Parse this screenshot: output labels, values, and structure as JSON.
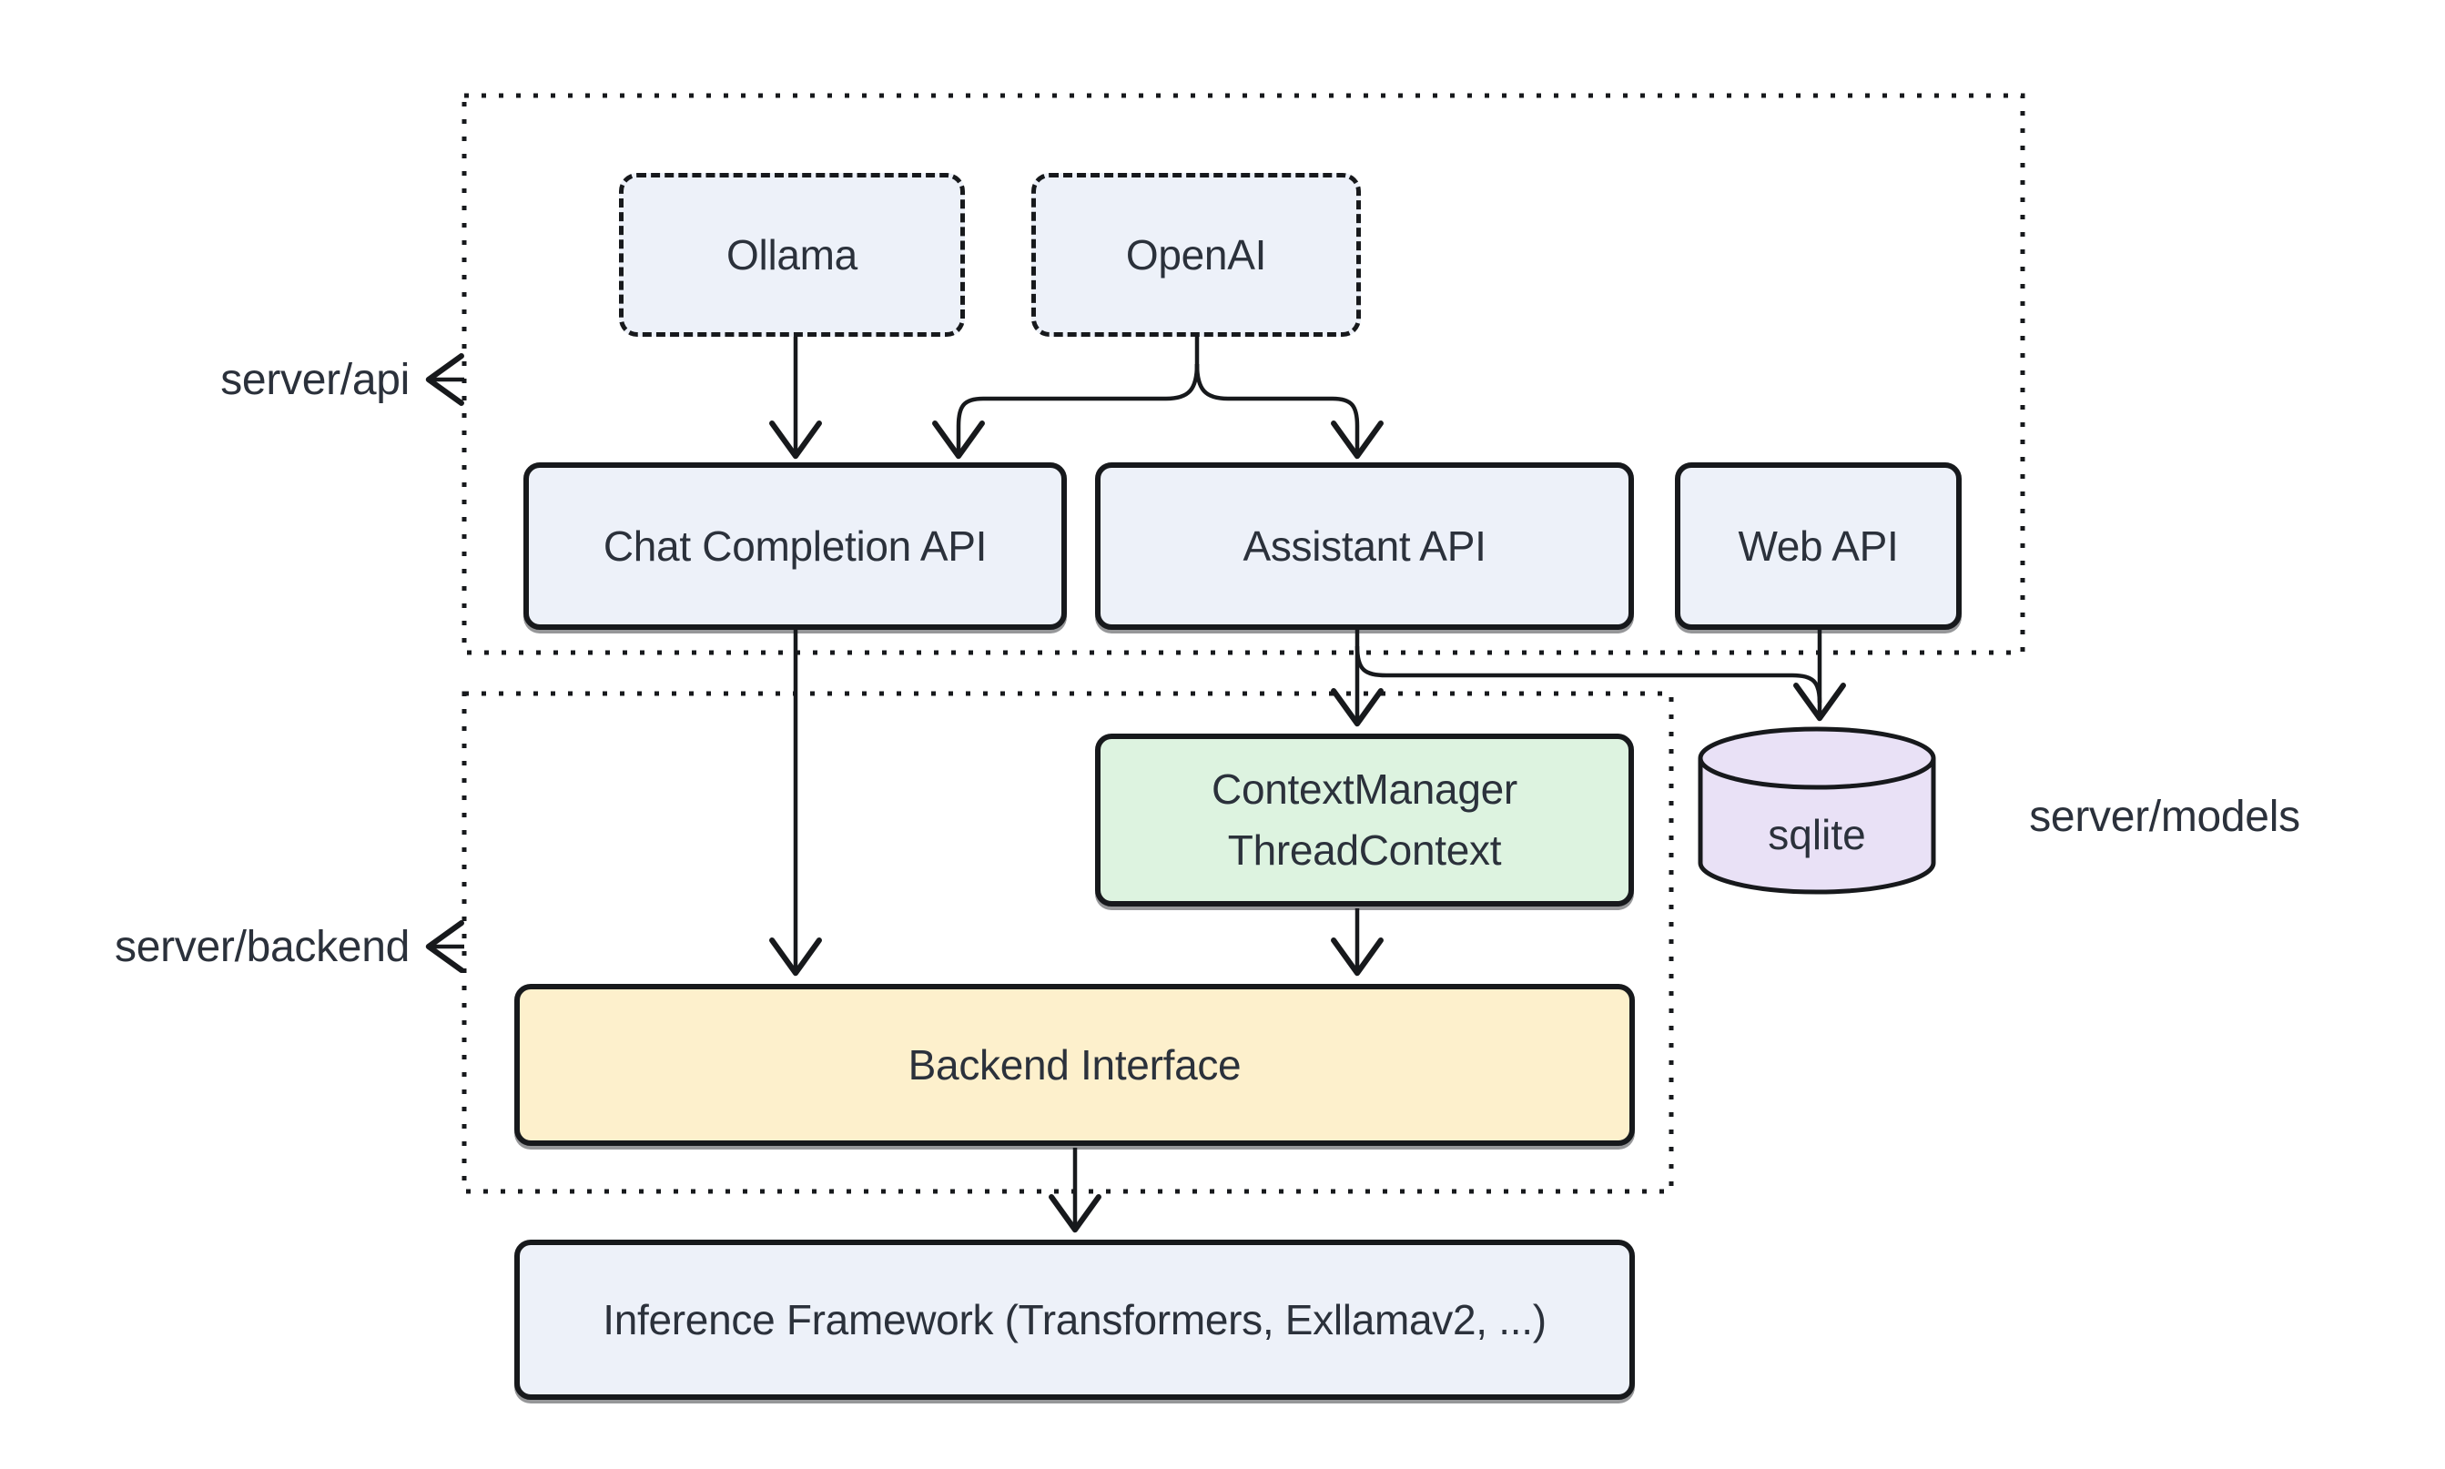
{
  "diagram": {
    "type": "architecture-flowchart",
    "background": "#ffffff",
    "containers": {
      "api": {
        "label": "server/api"
      },
      "backend": {
        "label": "server/backend"
      },
      "models": {
        "label": "server/models"
      }
    },
    "nodes": {
      "ollama": {
        "label": "Ollama",
        "style": "dashed"
      },
      "openai": {
        "label": "OpenAI",
        "style": "dashed"
      },
      "chat_completion_api": {
        "label": "Chat Completion API",
        "style": "solid-blue"
      },
      "assistant_api": {
        "label": "Assistant API",
        "style": "solid-blue"
      },
      "web_api": {
        "label": "Web API",
        "style": "solid-blue"
      },
      "context_manager": {
        "line1": "ContextManager",
        "line2": "ThreadContext",
        "style": "solid-green"
      },
      "sqlite": {
        "label": "sqlite",
        "style": "cylinder-purple"
      },
      "backend_interface": {
        "label": "Backend Interface",
        "style": "solid-yellow"
      },
      "inference_framework": {
        "label": "Inference Framework (Transformers, Exllamav2, ...)",
        "style": "solid-blue"
      }
    },
    "edges": [
      {
        "from": "Ollama",
        "to": "Chat Completion API"
      },
      {
        "from": "OpenAI",
        "to": "Chat Completion API"
      },
      {
        "from": "OpenAI",
        "to": "Assistant API"
      },
      {
        "from": "Chat Completion API",
        "to": "Backend Interface"
      },
      {
        "from": "Assistant API",
        "to": "ContextManager ThreadContext"
      },
      {
        "from": "Assistant API",
        "to": "sqlite"
      },
      {
        "from": "Web API",
        "to": "sqlite"
      },
      {
        "from": "ContextManager ThreadContext",
        "to": "Backend Interface"
      },
      {
        "from": "Backend Interface",
        "to": "Inference Framework (Transformers, Exllamav2, ...)"
      }
    ],
    "colors": {
      "node_fill_blue": "#edf1f9",
      "node_fill_green": "#ddf3e0",
      "node_fill_yellow": "#fdf0cc",
      "node_fill_purple": "#e9e1f6",
      "stroke": "#17191c",
      "text": "#2b313b",
      "background": "#ffffff"
    }
  }
}
